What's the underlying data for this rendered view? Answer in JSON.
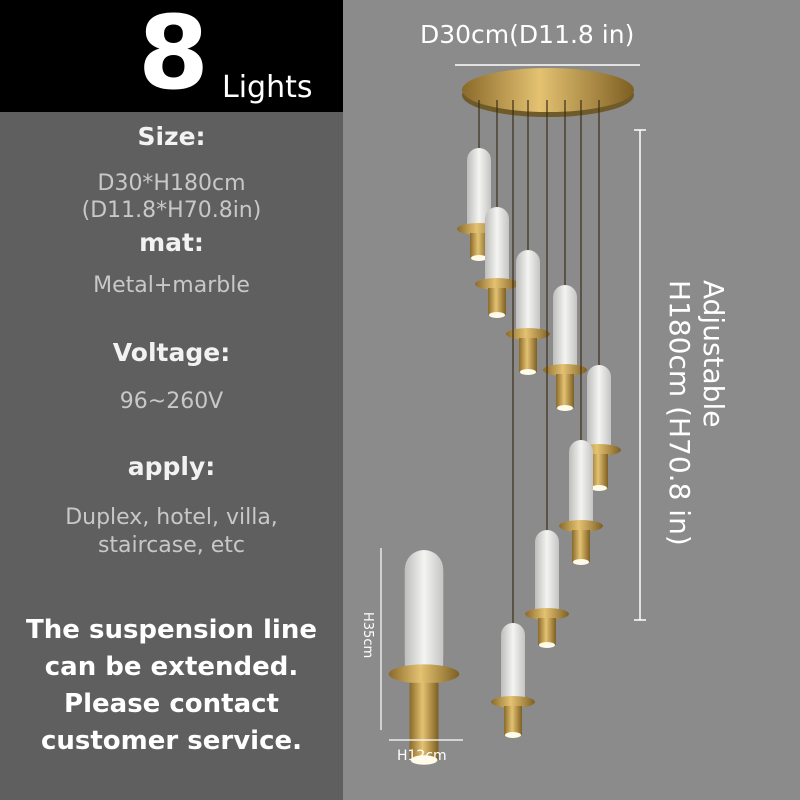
{
  "header": {
    "count": "8",
    "unit": "Lights"
  },
  "specs": {
    "size_label": "Size:",
    "size_value_cm": "D30*H180cm",
    "size_value_in": "(D11.8*H70.8in)",
    "material_label": "mat:",
    "material_value": "Metal+marble",
    "voltage_label": "Voltage:",
    "voltage_value": "96~260V",
    "apply_label": "apply:",
    "apply_value_1": "Duplex, hotel, villa,",
    "apply_value_2": "staircase, etc"
  },
  "note": {
    "line1": "The suspension line",
    "line2": "can be extended.",
    "line3": "Please contact",
    "line4": "customer service."
  },
  "dimensions": {
    "diameter": "D30cm(D11.8 in)",
    "height_1": "Adjustable",
    "height_2": "H180cm (H70.8 in)",
    "pendant_height": "H35cm",
    "pendant_width": "H12cm"
  },
  "colors": {
    "brass": "#c9a14a",
    "marble": "#e8e8e6"
  }
}
